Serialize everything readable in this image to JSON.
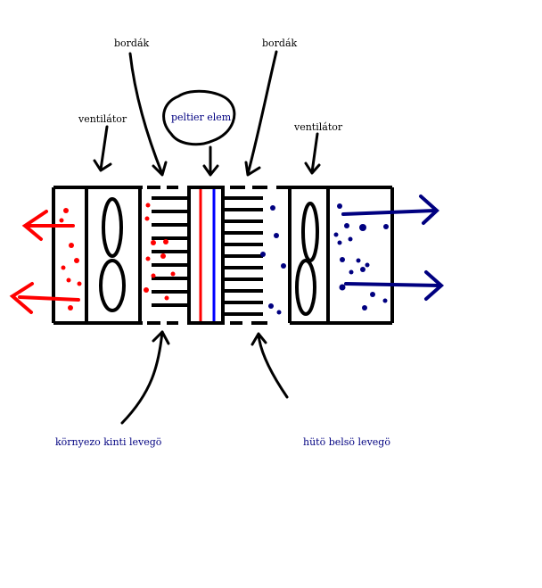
{
  "labels": {
    "bordak_left": "bordák",
    "bordak_right": "bordák",
    "peltier": "peltier elem",
    "ventilator_left": "ventilátor",
    "ventilator_right": "ventilátor",
    "outside_air": "környezo kinti levegö",
    "inside_air": "hütö belsö levegö"
  },
  "colors": {
    "ink": "#000000",
    "hot": "#ff0000",
    "cold": "#000080",
    "peltier_text": "#000080",
    "peltier_line_blue": "#0000ff"
  }
}
